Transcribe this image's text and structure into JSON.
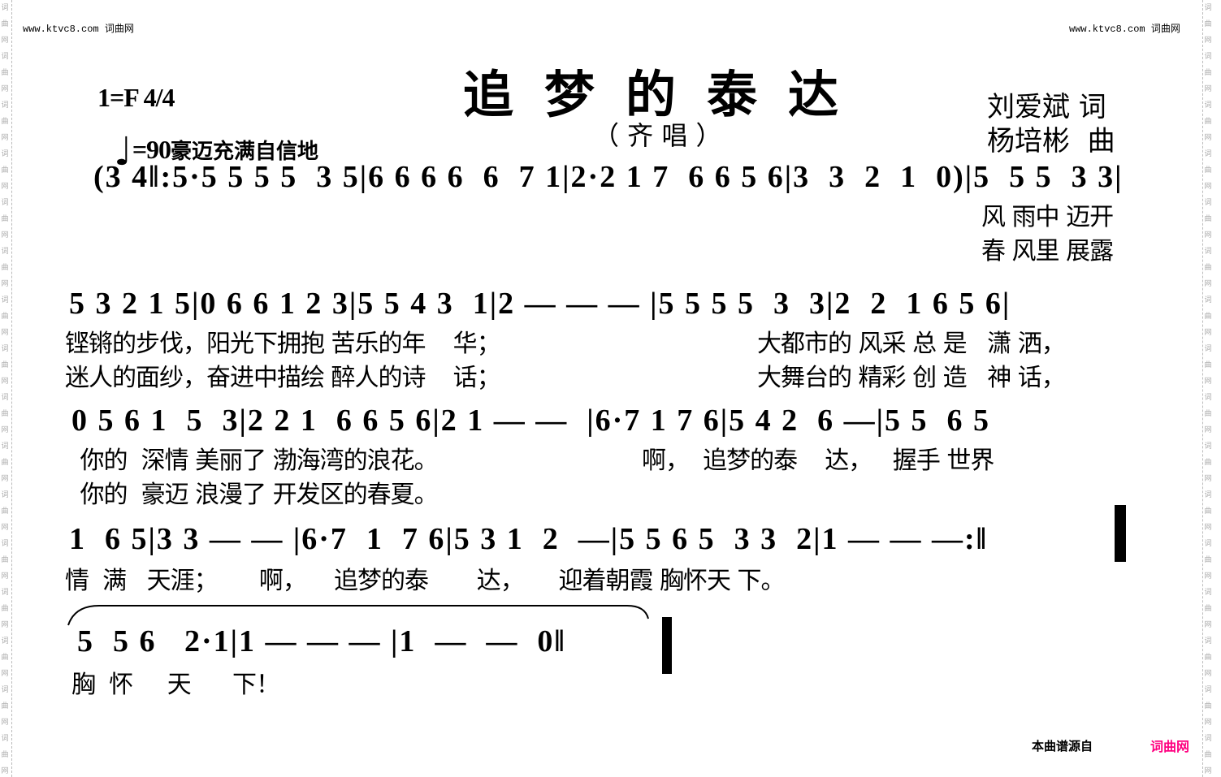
{
  "watermark": {
    "site": "www.ktvc8.com 词曲网",
    "side_text": "词曲网"
  },
  "header": {
    "title": "追梦的泰达",
    "subtitle": "（ 齐 唱 ）",
    "key_time": "1=F 4/4",
    "tempo": "=90",
    "expression": "豪迈充满自信地",
    "lyricist": "刘爱斌 词",
    "composer": "杨培彬  曲"
  },
  "score": {
    "rows": [
      {
        "notes": "(3 4‖:5·5 5 5 5  3 5|6 6 6 6  6  7 1|2·2 1 7  6 6 5 6|3  3  2  1  0)|5  5 5  3 3|",
        "lyrics": [
          "",
          ""
        ],
        "lyrics_right": [
          "风 雨中 迈开",
          "春 风里 展露"
        ]
      },
      {
        "notes": "5 3 2 1 5|0 6 6 1 2 3|5 5 4 3  1|2 — — — |5 5 5 5  3  3|2  2  1 6 5 6|",
        "lyrics": [
          "铿锵的步伐，阳光下拥抱 苦乐的年    华；",
          "迷人的面纱，奋进中描绘 醉人的诗    话；"
        ],
        "lyrics_right": [
          "大都市的 风采 总 是   潇 洒，",
          "大舞台的 精彩 创 造   神 话，"
        ]
      },
      {
        "notes": "0 5 6 1  5  3|2 2 1  6 6 5 6|2 1 — —  |6·7 1 7 6|5 4 2  6 —|5 5  6 5",
        "lyrics": [
          " 你的  深情 美丽了 渤海湾的浪花。",
          " 你的  豪迈 浪漫了 开发区的春夏。"
        ],
        "lyrics_right": [
          "啊，  追梦的泰    达，   握手 世界",
          ""
        ]
      },
      {
        "notes": "1  6 5|3 3 — — |6·7  1  7 6|5 3 1  2  —|5 5 6 5  3 3  2|1 — — —:‖",
        "lyrics": [
          "情  满   天涯；      啊，    追梦的泰       达，     迎着朝霞 胸怀天 下。",
          ""
        ],
        "lyrics_right": [
          "",
          ""
        ]
      },
      {
        "notes": "5  5 6   2·1|1 — — — |1  —  —  0‖",
        "lyrics": [
          "胸  怀     天      下！",
          ""
        ],
        "lyrics_right": [
          "",
          ""
        ]
      }
    ]
  },
  "footer": {
    "source_label": "本曲谱源自",
    "source_name": "词曲网",
    "brand_color": "#ff0080"
  }
}
